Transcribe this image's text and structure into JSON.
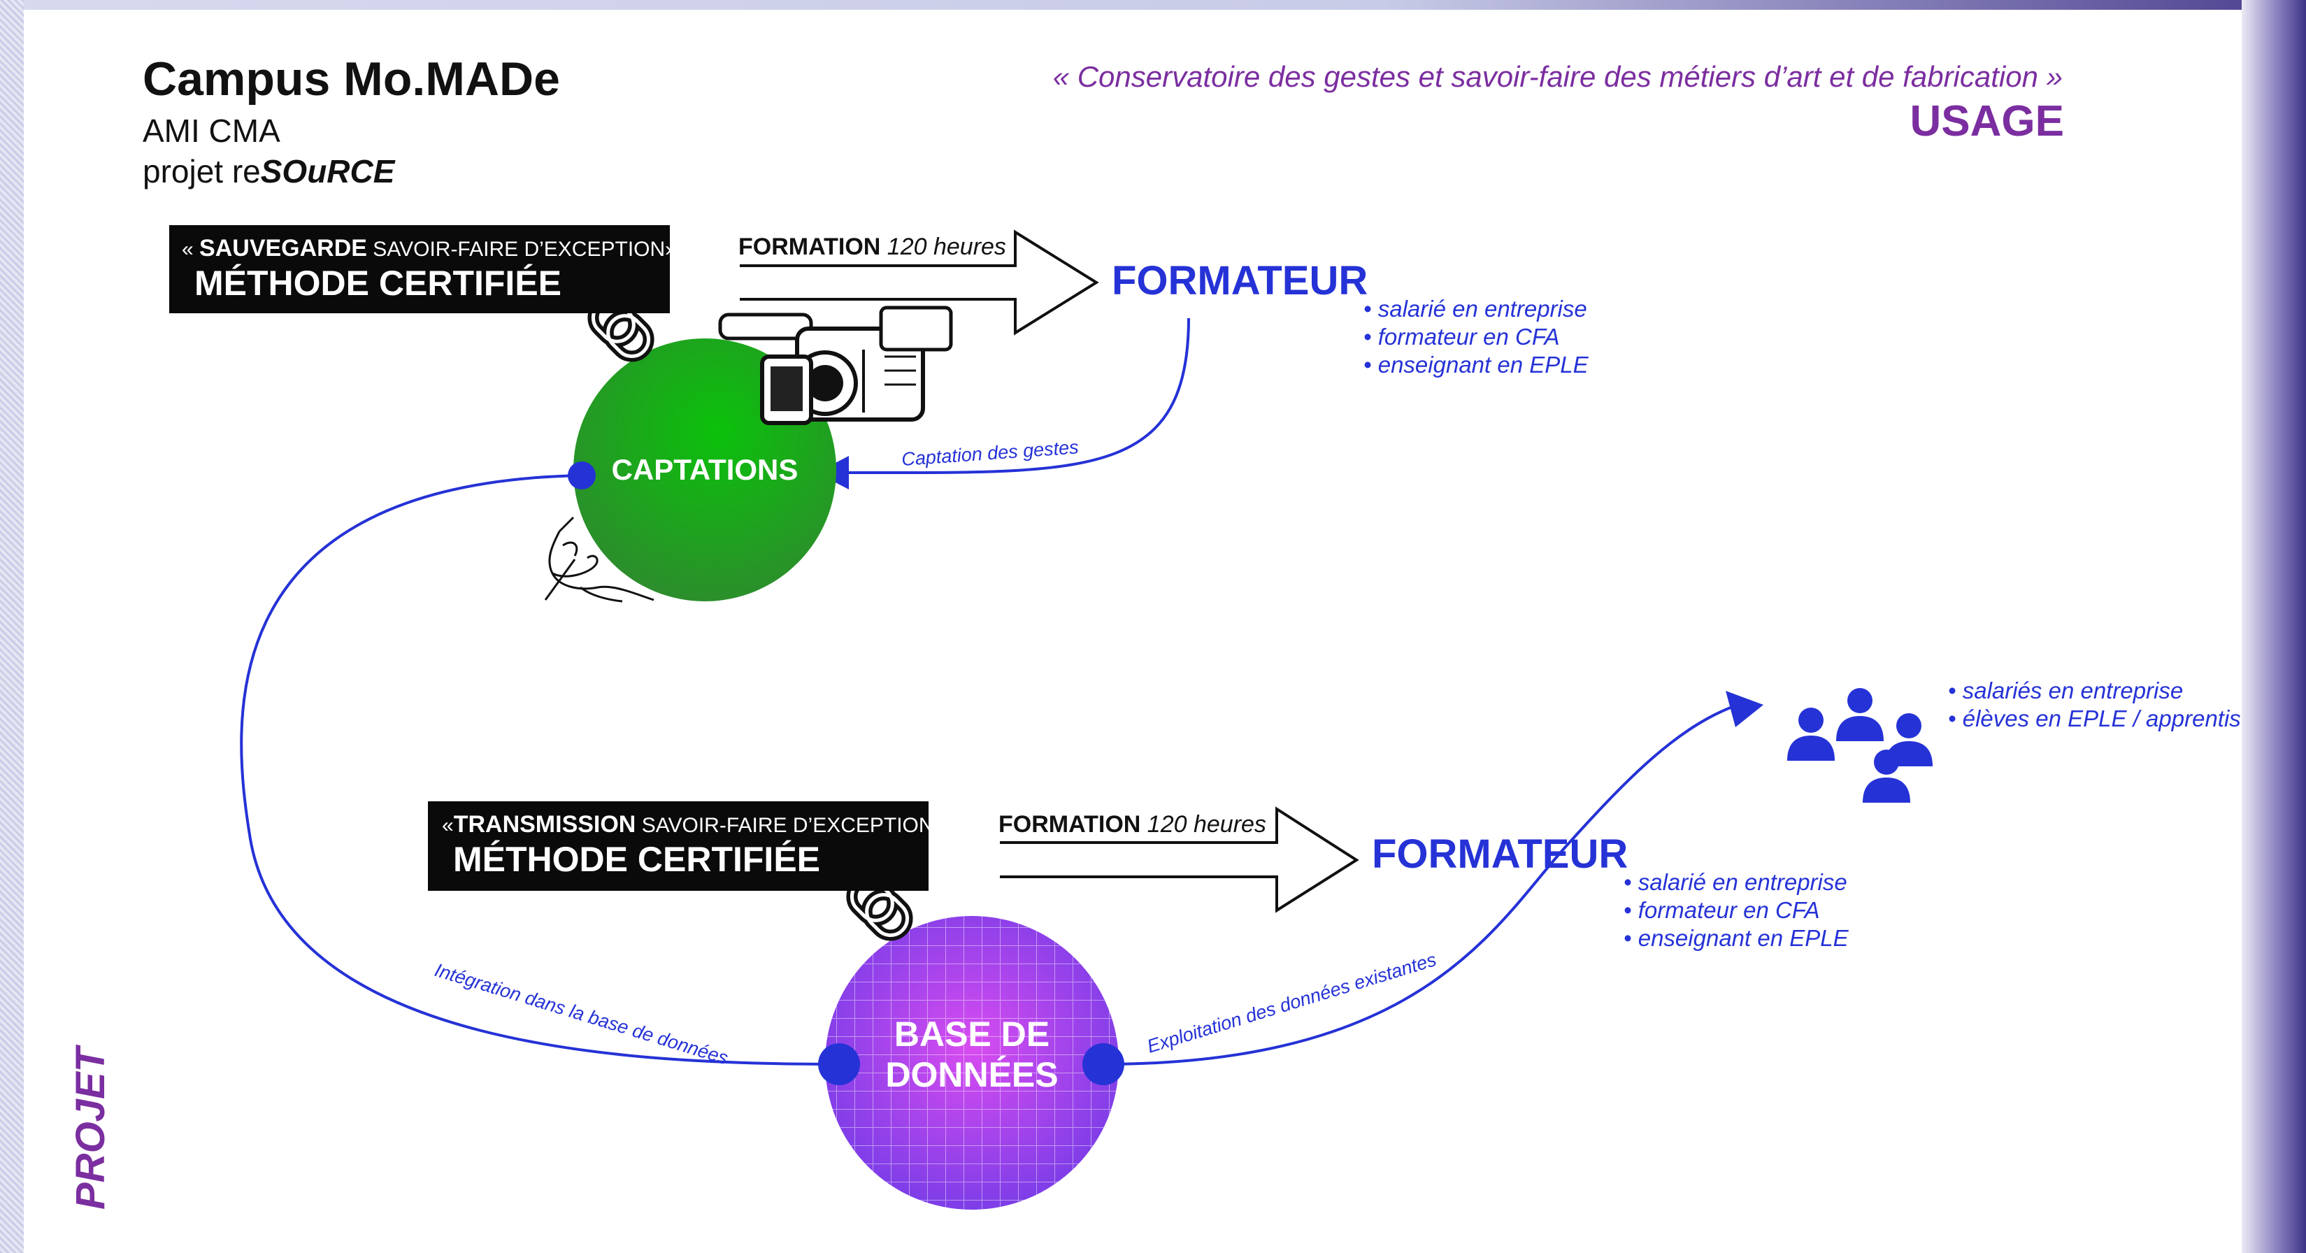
{
  "header": {
    "title": "Campus Mo.MADe",
    "subtitle_1": "AMI CMA",
    "subtitle_2_prefix": "projet re",
    "subtitle_2_brand": "SOuRCE",
    "tagline": "« Conservatoire des gestes et savoir-faire des métiers d’art et de fabrication »",
    "usage_label": "USAGE"
  },
  "side_label": "PROJET",
  "top_box": {
    "line1_prefix": "« ",
    "line1_bold": "SAUVEGARDE",
    "line1_rest": " SAVOIR-FAIRE D’EXCEPTION»",
    "line2": "MÉTHODE CERTIFIÉE"
  },
  "bottom_box": {
    "line1_prefix": "«",
    "line1_bold": "TRANSMISSION",
    "line1_rest": " SAVOIR-FAIRE D’EXCEPTION»",
    "line2": "MÉTHODE CERTIFIÉE"
  },
  "formation_top": {
    "bold": "FORMATION",
    "rest": " 120 heures"
  },
  "formation_bottom": {
    "bold": "FORMATION",
    "rest": " 120 heures"
  },
  "formateur_top": {
    "label": "FORMATEUR",
    "items": [
      "• salarié en entreprise",
      "• formateur en CFA",
      "• enseignant en EPLE"
    ]
  },
  "formateur_bottom": {
    "label": "FORMATEUR",
    "items": [
      "• salarié en entreprise",
      "• formateur en CFA",
      "• enseignant en EPLE"
    ]
  },
  "audience": {
    "items": [
      "• salariés en entreprise",
      "• élèves en EPLE / apprentis"
    ]
  },
  "nodes": {
    "captations": "CAPTATIONS",
    "base_line1": "BASE DE",
    "base_line2": "DONNÉES"
  },
  "edges": {
    "captation_gestes": "Captation des gestes",
    "integration": "Intégration dans la base de données",
    "exploitation": "Exploitation des données existantes"
  },
  "icons": [
    "link-icon",
    "video-camera-icon",
    "hand-drawing-icon",
    "people-icon"
  ],
  "colors": {
    "accent_blue": "#2532d6",
    "purple_text": "#7b2ea0",
    "captations_green": "#1aa31a",
    "database_purple": "#8a3fe0",
    "box_black": "#0a0a0a"
  }
}
